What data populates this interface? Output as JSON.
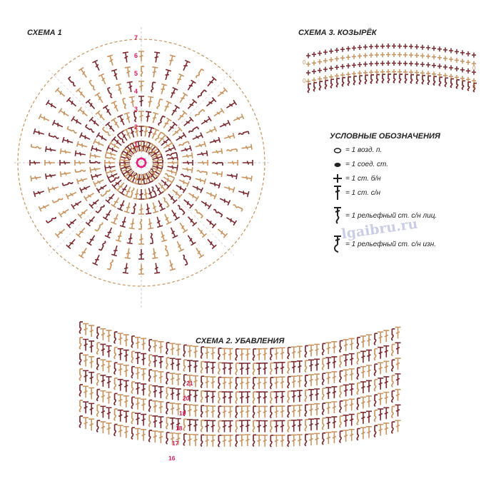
{
  "titles": {
    "scheme1": "СХЕМА 1",
    "scheme2": "СХЕМА 2. УБАВЛЕНИЯ",
    "scheme3": "СХЕМА 3. КОЗЫРЁК"
  },
  "legend": {
    "title": "УСЛОВНЫЕ ОБОЗНАЧЕНИЯ",
    "items": [
      {
        "symbol": "chain-stitch-icon",
        "label": "= 1 возд. п."
      },
      {
        "symbol": "slip-stitch-icon",
        "label": "= 1 соед. ст."
      },
      {
        "symbol": "single-crochet-icon",
        "label": "= 1 ст. б/н"
      },
      {
        "symbol": "double-crochet-icon",
        "label": "= 1 ст. с/н"
      },
      {
        "symbol": "front-post-dc-icon",
        "label": "= 1 рельефный ст. с/н лиц."
      },
      {
        "symbol": "back-post-dc-icon",
        "label": "= 1 рельефный ст. с/н изн."
      }
    ]
  },
  "scheme1": {
    "round_numbers": [
      "1",
      "2",
      "3",
      "4",
      "5",
      "6",
      "7"
    ],
    "spoke_count": 44
  },
  "scheme2": {
    "row_numbers": [
      "16",
      "17",
      "18",
      "19",
      "20",
      "21"
    ]
  },
  "watermark": "lgaibru.ru",
  "colors": {
    "tan": "#c89460",
    "maroon": "#7a2a2e",
    "dark": "#3a1a1a",
    "number": "#d8185a",
    "center": "#e0207a",
    "dash": "#c89460"
  }
}
